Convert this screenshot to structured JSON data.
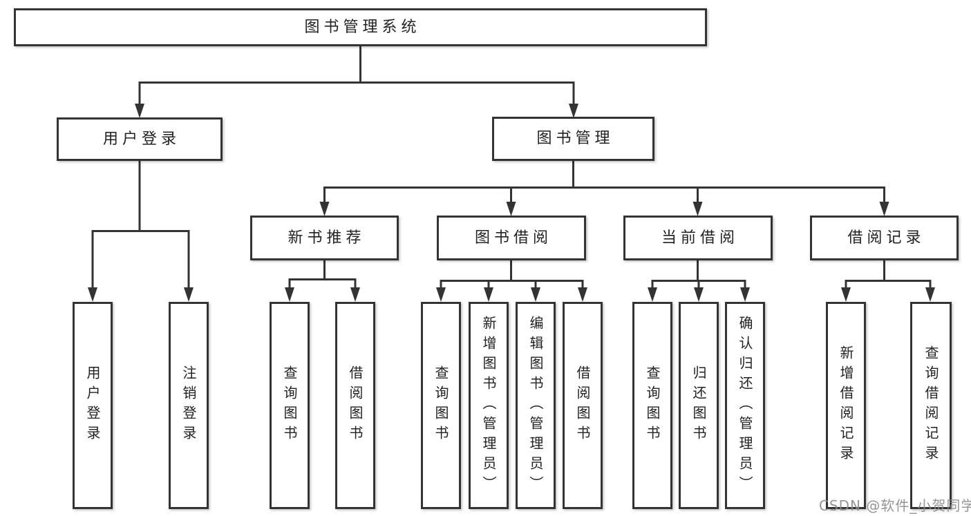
{
  "diagram": {
    "root": {
      "label": "图书管理系统"
    },
    "branches": [
      {
        "label": "用户登录",
        "children": [
          "用户登录",
          "注销登录"
        ]
      },
      {
        "label": "图书管理",
        "children": [
          {
            "label": "新书推荐",
            "children": [
              "查询图书",
              "借阅图书"
            ]
          },
          {
            "label": "图书借阅",
            "children": [
              "查询图书",
              "新增图书（管理员）",
              "编辑图书（管理员）",
              "借阅图书"
            ]
          },
          {
            "label": "当前借阅",
            "children": [
              "查询图书",
              "归还图书",
              "确认归还（管理员）"
            ]
          },
          {
            "label": "借阅记录",
            "children": [
              "新增借阅记录",
              "查询借阅记录"
            ]
          }
        ]
      }
    ]
  },
  "watermark": {
    "text": "CSDN @软件_小贺同学"
  },
  "colors": {
    "line": "#333333",
    "box_border": "#333333",
    "text": "#222222",
    "background": "#ffffff",
    "watermark": "#8c8c8c"
  }
}
